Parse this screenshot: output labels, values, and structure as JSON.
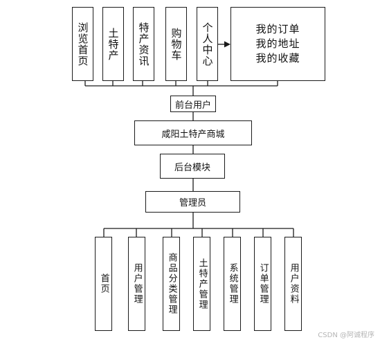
{
  "front": {
    "nav_items": [
      "浏览首页",
      "土特产",
      "特产资讯",
      "购物车",
      "个人中心"
    ],
    "personal_center_items": [
      "我的订单",
      "我的地址",
      "我的收藏"
    ],
    "front_user": "前台用户"
  },
  "system_name": "咸阳土特产商城",
  "back_module": "后台模块",
  "admin": "管理员",
  "admin_items": [
    "首页",
    "用户管理",
    "商品分类管理",
    "土特产管理",
    "系统管理",
    "订单管理",
    "用户资料"
  ],
  "watermark": "CSDN @阿诚程序"
}
